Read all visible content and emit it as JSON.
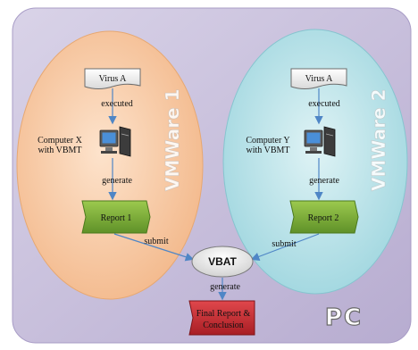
{
  "header_text": "",
  "vm1": {
    "label": "VMWare 1",
    "virus": "Virus A",
    "executed": "executed",
    "computer_line1": "Computer X",
    "computer_line2": "with VBMT",
    "generate": "generate",
    "report": "Report 1",
    "submit": "submit"
  },
  "vm2": {
    "label": "VMWare 2",
    "virus": "Virus A",
    "executed": "executed",
    "computer_line1": "Computer Y",
    "computer_line2": "with VBMT",
    "generate": "generate",
    "report": "Report 2",
    "submit": "submit"
  },
  "vbat": {
    "label": "VBAT",
    "generate": "generate"
  },
  "final_report": {
    "line1": "Final Report &",
    "line2": "Conclusion"
  },
  "pc_label": "PC",
  "colors": {
    "pc_box_bg": "#c9c0de",
    "vm1_fill": "#f7c9a2",
    "vm2_fill": "#b9e3ea",
    "report_green": "#7cae35",
    "final_red": "#c4282e",
    "arrow_blue": "#4f86c6"
  }
}
